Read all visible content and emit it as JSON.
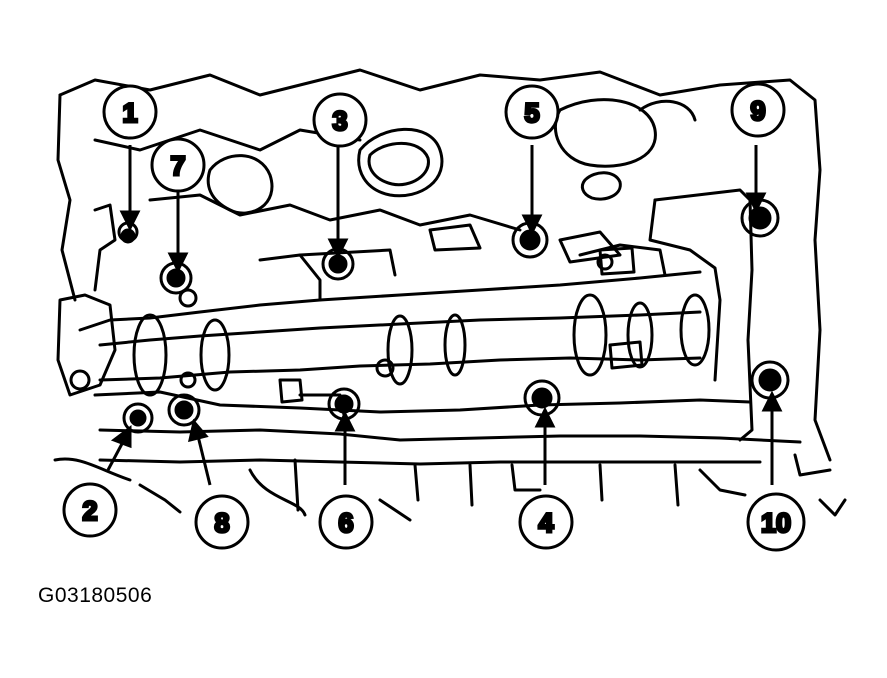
{
  "figure": {
    "id_label": "G03180506"
  },
  "callouts": [
    {
      "number": "1"
    },
    {
      "number": "2"
    },
    {
      "number": "3"
    },
    {
      "number": "4"
    },
    {
      "number": "5"
    },
    {
      "number": "6"
    },
    {
      "number": "7"
    },
    {
      "number": "8"
    },
    {
      "number": "9"
    },
    {
      "number": "10"
    }
  ],
  "colors": {
    "line": "#000000",
    "background": "#ffffff"
  }
}
